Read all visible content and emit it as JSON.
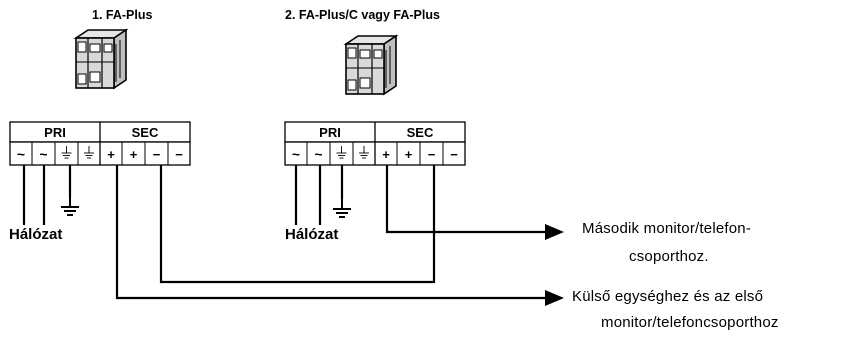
{
  "units": [
    {
      "title": "1. FA-Plus",
      "groups": {
        "pri": "PRI",
        "sec": "SEC"
      },
      "terminals": [
        "~",
        "~",
        "⏚",
        "⏚",
        "+",
        "+",
        "−",
        "−"
      ],
      "mains_label": "Hálózat"
    },
    {
      "title": "2. FA-Plus/C vagy FA-Plus",
      "groups": {
        "pri": "PRI",
        "sec": "SEC"
      },
      "terminals": [
        "~",
        "~",
        "⏚",
        "⏚",
        "+",
        "+",
        "−",
        "−"
      ],
      "mains_label": "Hálózat"
    }
  ],
  "destinations": {
    "second": {
      "line1": "Második monitor/telefon-",
      "line2": "csoporthoz."
    },
    "first": {
      "line1": "Külső egységhez és az első",
      "line2": "monitor/telefoncsoporthoz"
    }
  },
  "icons": [
    "power-supply-module-icon",
    "earth-ground-icon",
    "arrow-right-icon"
  ],
  "colors": {
    "ink": "#000000",
    "background": "#ffffff",
    "device_fill": "#d9d9d9"
  }
}
